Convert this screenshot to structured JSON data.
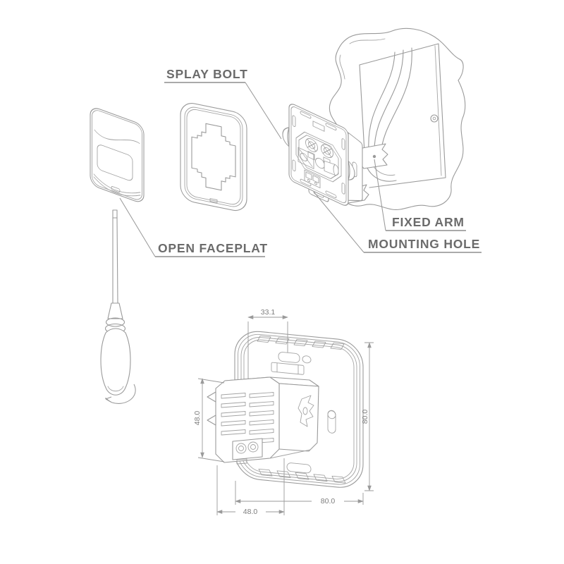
{
  "diagram": {
    "callouts": {
      "splay_bolt": "SPLAY BOLT",
      "open_faceplate": "OPEN FACEPLAT",
      "fixed_arm": "FIXED ARM",
      "mounting_hole": "MOUNTING HOLE"
    },
    "dimensions": {
      "top_width": "33.1",
      "left_height": "48.0",
      "right_height": "80.0",
      "bottom_width_outer": "80.0",
      "bottom_width_inner": "48.0"
    },
    "colors": {
      "line": "#9a9a9a",
      "label_text": "#6b6b6b",
      "dim_text": "#7d7d7d",
      "background": "#ffffff"
    }
  }
}
